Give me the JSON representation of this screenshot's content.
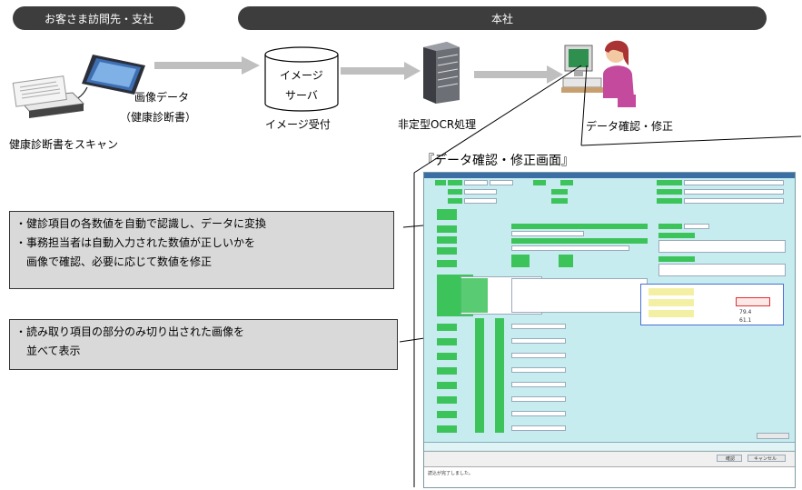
{
  "header": {
    "left_label": "お客さま訪問先・支社",
    "right_label": "本社"
  },
  "flow": {
    "scan_label": "健康診断書をスキャン",
    "image_data_line1": "画像データ",
    "image_data_line2": "（健康診断書）",
    "server_line1": "イメージ",
    "server_line2": "サーバ",
    "image_receive": "イメージ受付",
    "ocr_label": "非定型OCR処理",
    "confirm_label": "データ確認・修正"
  },
  "screen": {
    "title": "『データ確認・修正画面』",
    "ok_button": "確認",
    "cancel_button": "キャンセル",
    "status_text": "読込が完了しました。",
    "input_values": [
      "79.4",
      "61.1"
    ]
  },
  "notes": [
    {
      "lines": [
        "・健診項目の各数値を自動で認識し、データに変換",
        "・事務担当者は自動入力された数値が正しいかを",
        "　画像で確認、必要に応じて数値を修正"
      ]
    },
    {
      "lines": [
        "・読み取り項目の部分のみ切り出された画像を",
        "　並べて表示"
      ]
    }
  ],
  "colors": {
    "header_pill": "#3d3d3d",
    "arrow": "#bfbfbf",
    "screen_bg": "#c6ecef",
    "field_green": "#3cc35a",
    "callout_box_border": "#4a6fd4",
    "highlight_red": "#e03030"
  }
}
